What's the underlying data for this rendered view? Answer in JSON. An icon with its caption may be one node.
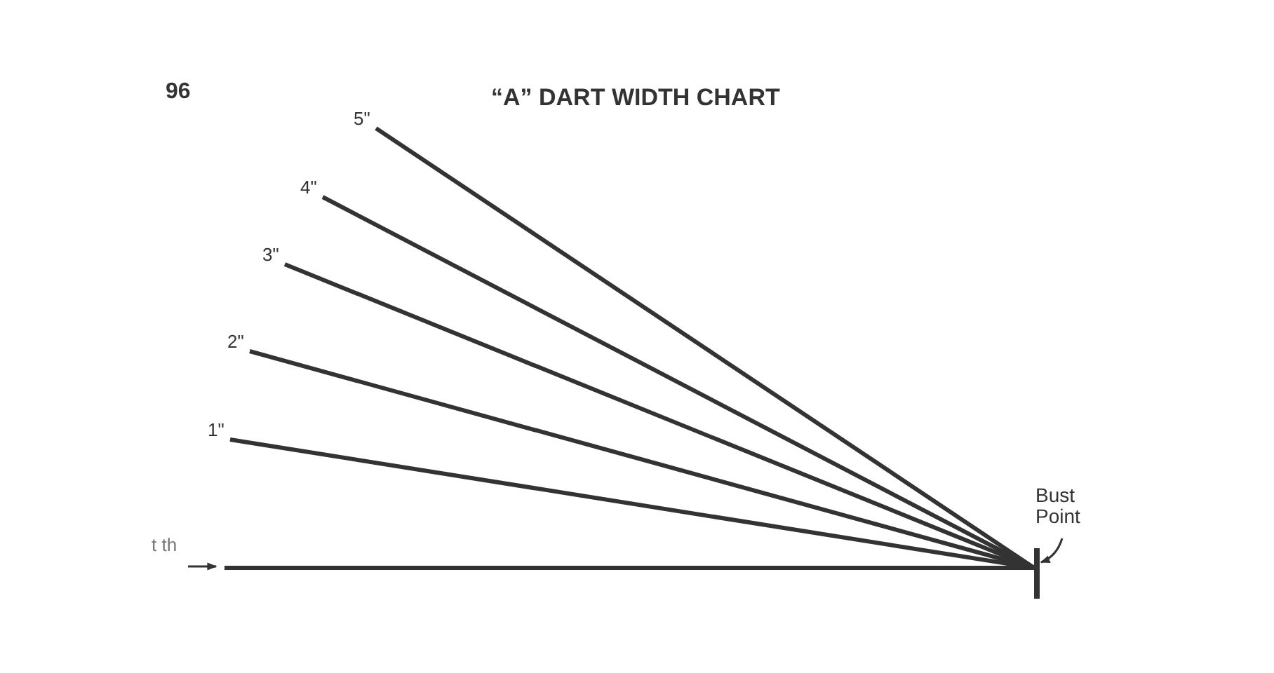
{
  "diagram": {
    "title": "“A” DART WIDTH CHART",
    "nodes": [
      {
        "text": [
          "5\""
        ]
      },
      {
        "text": [
          "4\""
        ]
      },
      {
        "text": [
          "3\""
        ]
      },
      {
        "text": [
          "2\""
        ]
      },
      {
        "text": [
          "1\""
        ]
      },
      {
        "text": [
          "Bust Point"
        ]
      },
      {
        "text": [],
        "shape": "bar"
      },
      {
        "text": [
          "t th"
        ]
      }
    ],
    "edges": [
      {
        "from": 0,
        "to": 6,
        "arrow": "none"
      },
      {
        "from": 1,
        "to": 6,
        "arrow": "none"
      },
      {
        "from": 2,
        "to": 6,
        "arrow": "none"
      },
      {
        "from": 3,
        "to": 6,
        "arrow": "none"
      },
      {
        "from": 4,
        "to": 6,
        "arrow": "none"
      },
      {
        "from": 5,
        "to": 6,
        "arrow": "to"
      },
      {
        "from": 7,
        "to": null,
        "arrow": "to"
      },
      {
        "from": null,
        "to": 6,
        "arrow": "none"
      }
    ],
    "labels": [
      "96"
    ]
  }
}
